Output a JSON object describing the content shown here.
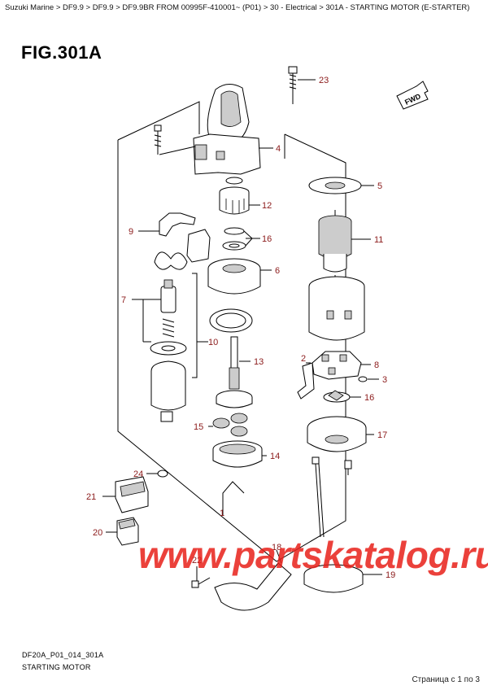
{
  "breadcrumb": "Suzuki Marine > DF9.9 > DF9.9 > DF9.9BR FROM 00995F-410001~ (P01) > 30 - Electrical > 301A - STARTING MOTOR (E-STARTER)",
  "figure_title": "FIG.301A",
  "direction_tag": "FWD",
  "footer_code": "DF20A_P01_014_301A",
  "footer_name": "STARTING MOTOR",
  "page_info": "Страница с 1 по 3",
  "watermark": "www.partskatalog.ru",
  "callouts": {
    "c1": "1",
    "c2": "2",
    "c3": "3",
    "c4": "4",
    "c5": "5",
    "c6": "6",
    "c7": "7",
    "c8": "8",
    "c9": "9",
    "c10": "10",
    "c11": "11",
    "c12": "12",
    "c13": "13",
    "c14": "14",
    "c15": "15",
    "c16a": "16",
    "c16b": "16",
    "c17": "17",
    "c18": "18",
    "c19": "19",
    "c20": "20",
    "c21": "21",
    "c22": "22",
    "c23": "23",
    "c24": "24"
  }
}
